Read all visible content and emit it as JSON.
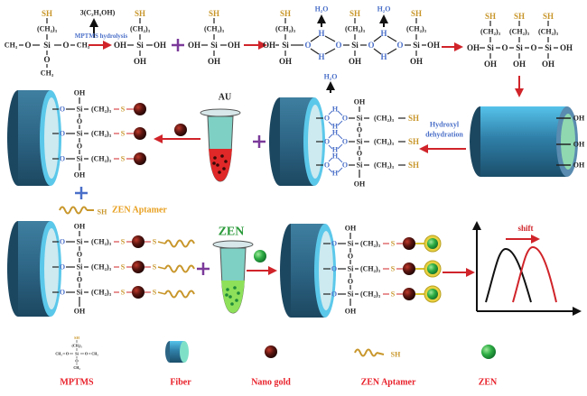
{
  "labels": {
    "sh": "SH",
    "ch2": "(CH₂)₃",
    "oh": "OH",
    "si": "Si",
    "o": "O",
    "h": "H",
    "ch3": "CH₃",
    "s": "S",
    "h2o": "H₂O",
    "ethanol": "3(C₂H₅OH)",
    "hydrolysis": "MPTMS hydrolysis",
    "dehydration_line1": "Hydroxyl",
    "dehydration_line2": "dehydration",
    "au": "AU",
    "zen_tube": "ZEN",
    "aptamer_label": "ZEN Aptamer",
    "shift": "shift"
  },
  "legend": [
    {
      "label": "MPTMS",
      "icon": "mptms-structure"
    },
    {
      "label": "Fiber",
      "icon": "fiber-cylinder"
    },
    {
      "label": "Nano gold",
      "icon": "gold-nanoparticle"
    },
    {
      "label": "ZEN Aptamer",
      "icon": "aptamer-strand"
    },
    {
      "label": "ZEN",
      "icon": "zen-molecule"
    }
  ],
  "colors": {
    "arrow": "#d0242a",
    "thiol": "#c8962a",
    "oxygen_hydrogen": "#4a6fc8",
    "plus_purple": "#7b3a9a",
    "plus_blue": "#4a6fc8",
    "legend_text": "#e8202a",
    "zen_text": "#2a9a3a",
    "fiber_body": "#2e6a88",
    "fiber_face": "#5bc8ea"
  }
}
